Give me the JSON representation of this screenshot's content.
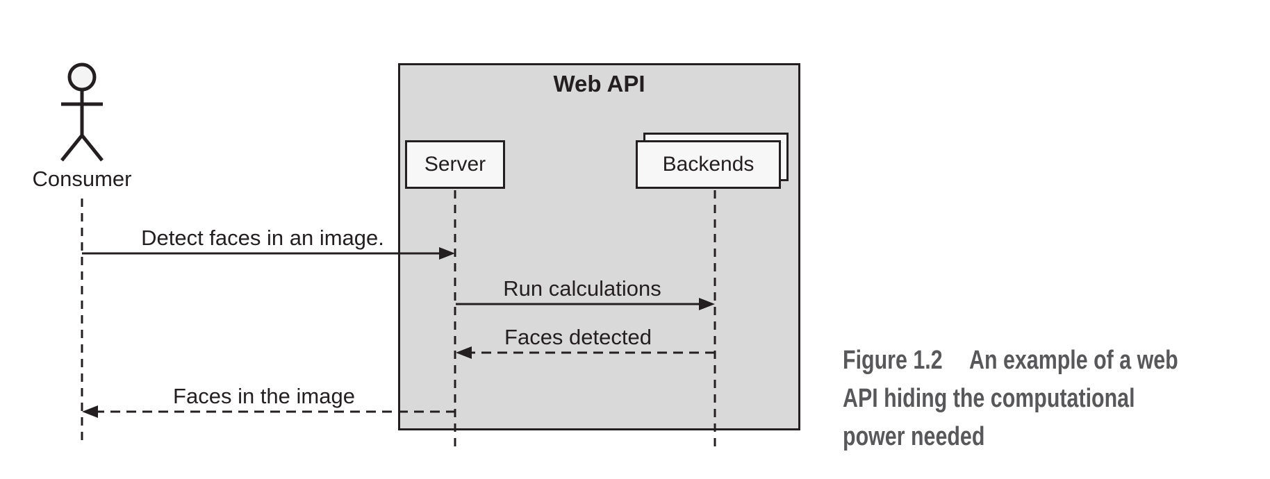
{
  "figure": {
    "caption_label": "Figure 1.2",
    "caption_line1": "An example of a web",
    "caption_line2": "API hiding the computational",
    "caption_line3": "power needed"
  },
  "diagram": {
    "type": "sequence-diagram",
    "actor": "Consumer",
    "container_title": "Web API",
    "participants": [
      {
        "name": "Server",
        "stacked": false
      },
      {
        "name": "Backends",
        "stacked": true
      }
    ],
    "messages": [
      {
        "text": "Detect faces in an image.",
        "from": "Consumer",
        "to": "Server",
        "line": "solid"
      },
      {
        "text": "Run calculations",
        "from": "Server",
        "to": "Backends",
        "line": "solid"
      },
      {
        "text": "Faces detected",
        "from": "Backends",
        "to": "Server",
        "line": "dashed"
      },
      {
        "text": "Faces in the image",
        "from": "Server",
        "to": "Consumer",
        "line": "dashed"
      }
    ]
  },
  "colors": {
    "ink": "#231f20",
    "container_fill": "#d9d9d9",
    "participant_fill": "#f7f7f7",
    "caption_gray": "#58585a",
    "background": "#ffffff"
  }
}
